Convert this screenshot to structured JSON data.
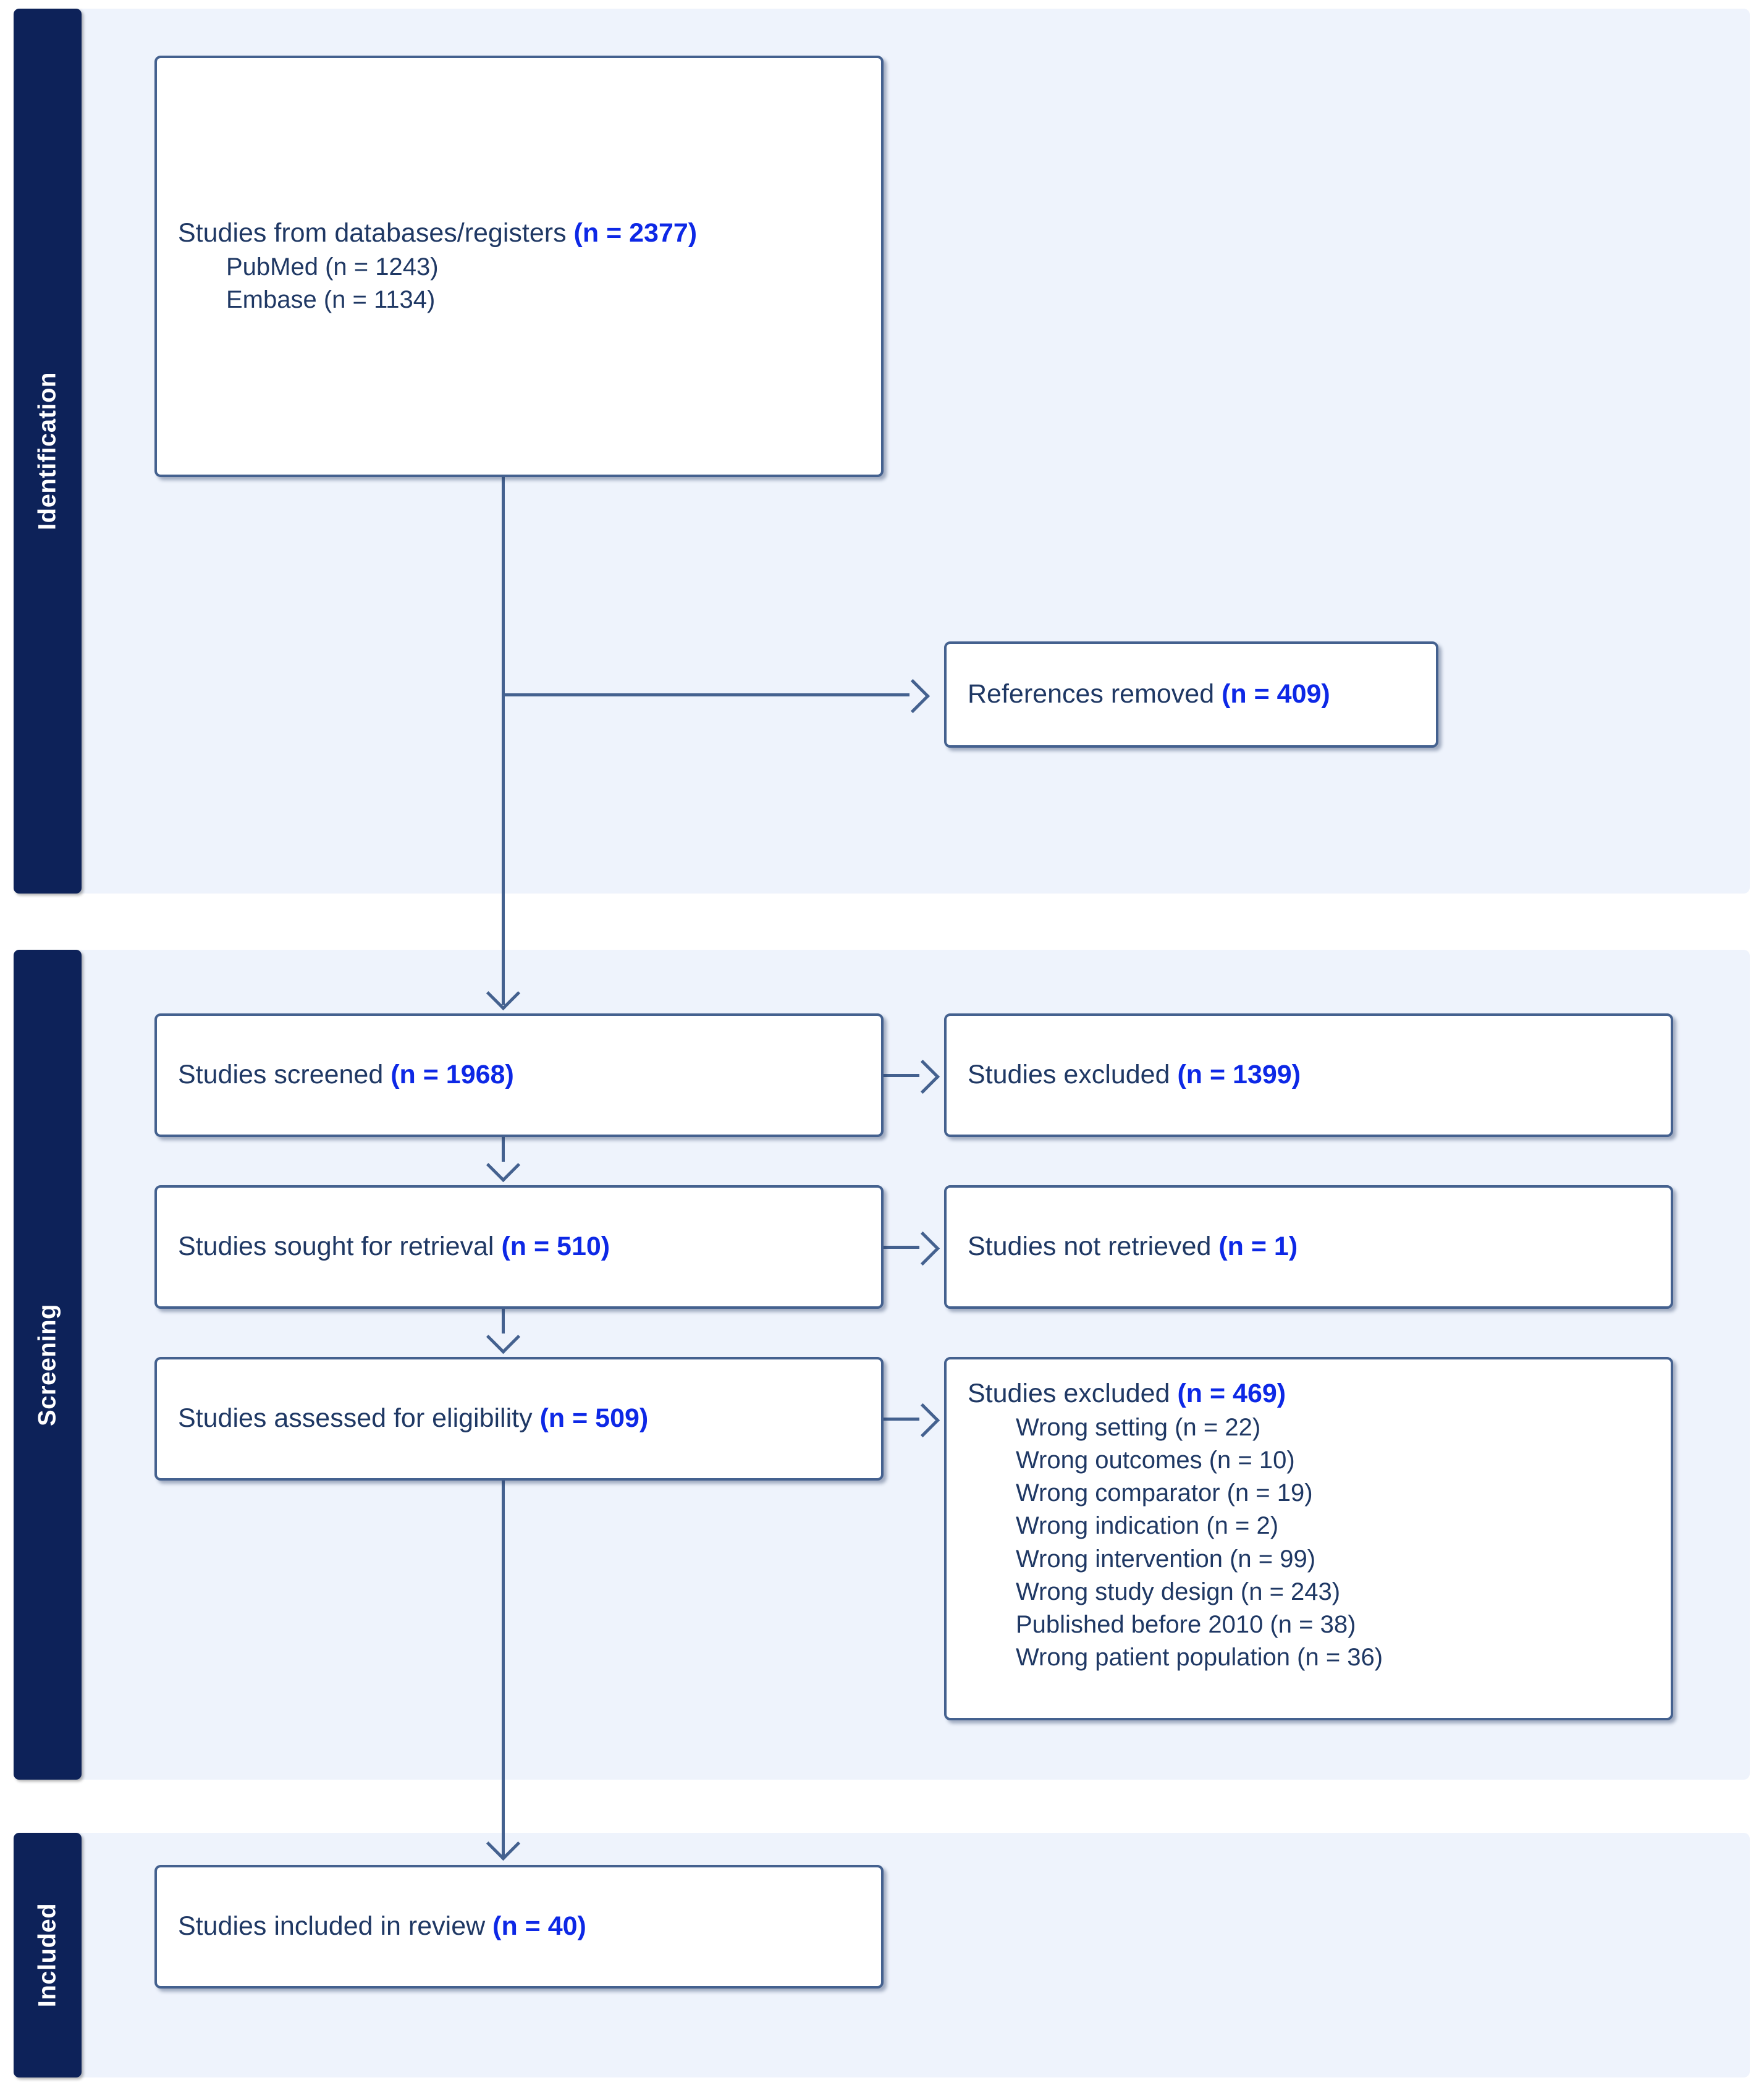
{
  "colors": {
    "stage_tab": "#0d2259",
    "band": "#eef3fc",
    "box_border": "#44618f",
    "label_text": "#1f3864",
    "count_text": "#0d28e6"
  },
  "stages": [
    {
      "name": "identification",
      "label": "Identification"
    },
    {
      "name": "screening",
      "label": "Screening"
    },
    {
      "name": "included",
      "label": "Included"
    }
  ],
  "nodes": {
    "sources": {
      "label": "Studies from databases/registers",
      "count": "(n = 2377)",
      "sub": [
        "PubMed (n = 1243)",
        "Embase (n = 1134)"
      ]
    },
    "references_removed": {
      "label": "References removed",
      "count": "(n = 409)"
    },
    "studies_screened": {
      "label": "Studies screened",
      "count": "(n = 1968)"
    },
    "studies_excluded_screening": {
      "label": "Studies excluded",
      "count": "(n = 1399)"
    },
    "studies_sought": {
      "label": "Studies sought for retrieval",
      "count": "(n = 510)"
    },
    "studies_not_retrieved": {
      "label": "Studies not retrieved",
      "count": "(n = 1)"
    },
    "studies_assessed": {
      "label": "Studies assessed for eligibility",
      "count": "(n = 509)"
    },
    "studies_excluded_eligibility": {
      "label": "Studies excluded",
      "count": "(n = 469)",
      "reasons": [
        "Wrong setting (n = 22)",
        "Wrong outcomes (n = 10)",
        "Wrong comparator (n = 19)",
        "Wrong indication (n = 2)",
        "Wrong intervention (n = 99)",
        "Wrong study design (n = 243)",
        "Published before 2010 (n = 38)",
        "Wrong patient population (n = 36)"
      ]
    },
    "studies_included": {
      "label": "Studies included in review",
      "count": "(n = 40)"
    }
  }
}
